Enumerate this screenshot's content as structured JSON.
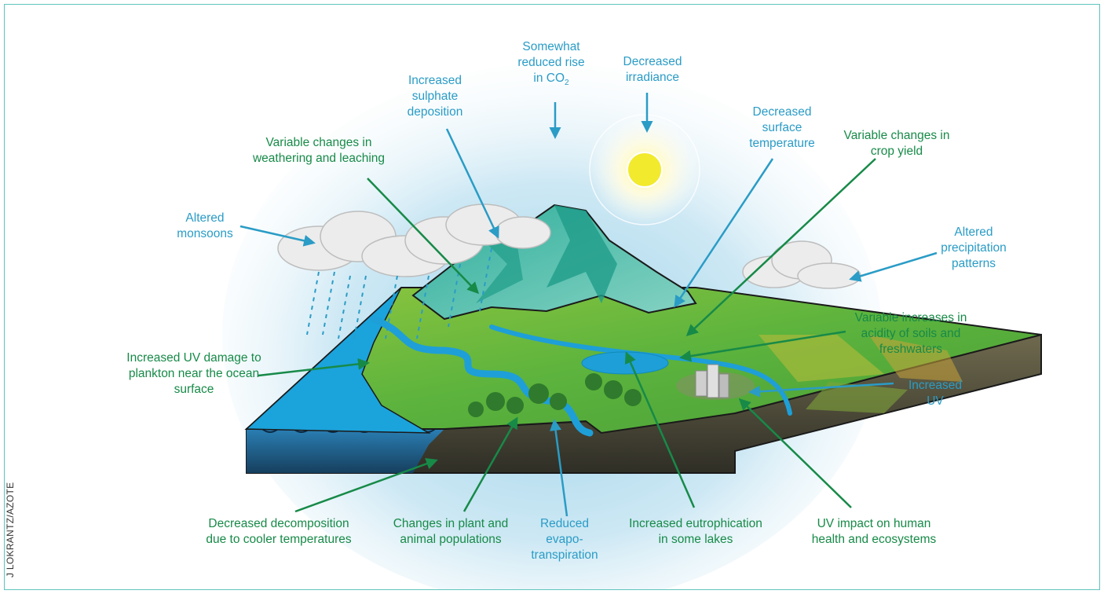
{
  "labels": {
    "co2_prefix": "Somewhat\nreduced rise\nin CO",
    "co2_sub": "2",
    "irradiance": "Decreased\nirradiance",
    "sulphate": "Increased\nsulphate\ndeposition",
    "surface_temp": "Decreased\nsurface\ntemperature",
    "weathering": "Variable changes in\nweathering and leaching",
    "crop": "Variable changes in\ncrop yield",
    "monsoons": "Altered\nmonsoons",
    "precipitation": "Altered\nprecipitation\npatterns",
    "acidity": "Variable increases in\nacidity of soils and\nfreshwaters",
    "plankton": "Increased UV damage to\nplankton near the ocean\nsurface",
    "uv": "Increased\nUV",
    "decomposition": "Decreased decomposition\ndue to cooler temperatures",
    "populations": "Changes in plant and\nanimal populations",
    "evapo": "Reduced\nevapo-\ntranspiration",
    "eutrophication": "Increased eutrophication\nin some lakes",
    "human_health": "UV impact on human\nhealth and ecosystems"
  },
  "credit": "J LOKRANTZ/AZOTE",
  "colors": {
    "blue_text": "#2a9cc6",
    "green_text": "#178a48",
    "frame": "#5fc4bd",
    "ocean": "#1ba3dc",
    "land": "#6dbb3c",
    "mountain": "#3fb9a8",
    "sun": "#f2ea2c"
  }
}
